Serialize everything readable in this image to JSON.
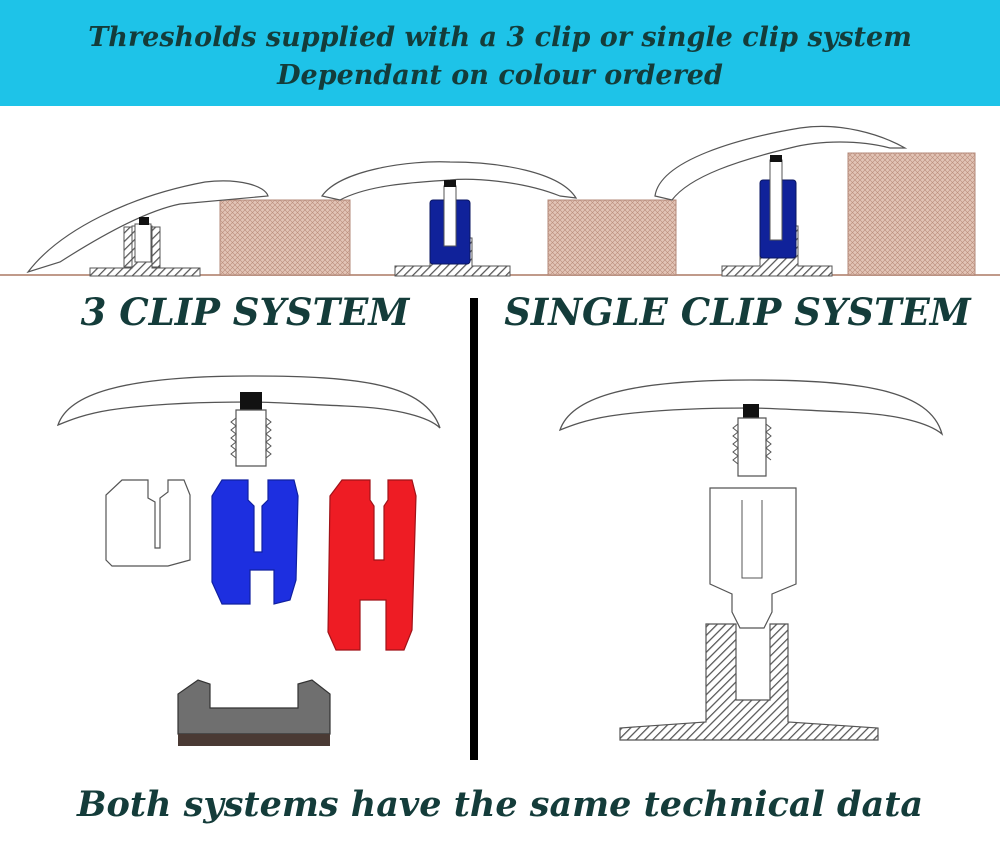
{
  "banner": {
    "line1": "Thresholds supplied with a 3 clip or single clip system",
    "line2": "Dependant on colour ordered",
    "background": "#1ec3e8",
    "text_color": "#143c3a"
  },
  "sections": {
    "left_title": "3 CLIP SYSTEM",
    "right_title": "SINGLE CLIP SYSTEM"
  },
  "footer": {
    "text": "Both systems have the same technical data"
  },
  "colors": {
    "clip_white": "#ffffff",
    "clip_blue": "#1d2fe0",
    "clip_red": "#ee1c24",
    "clip_navy": "#10229a",
    "base_grey": "#6f6f6f",
    "floor_pink": "#d9b8a8",
    "divider": "#000000"
  }
}
